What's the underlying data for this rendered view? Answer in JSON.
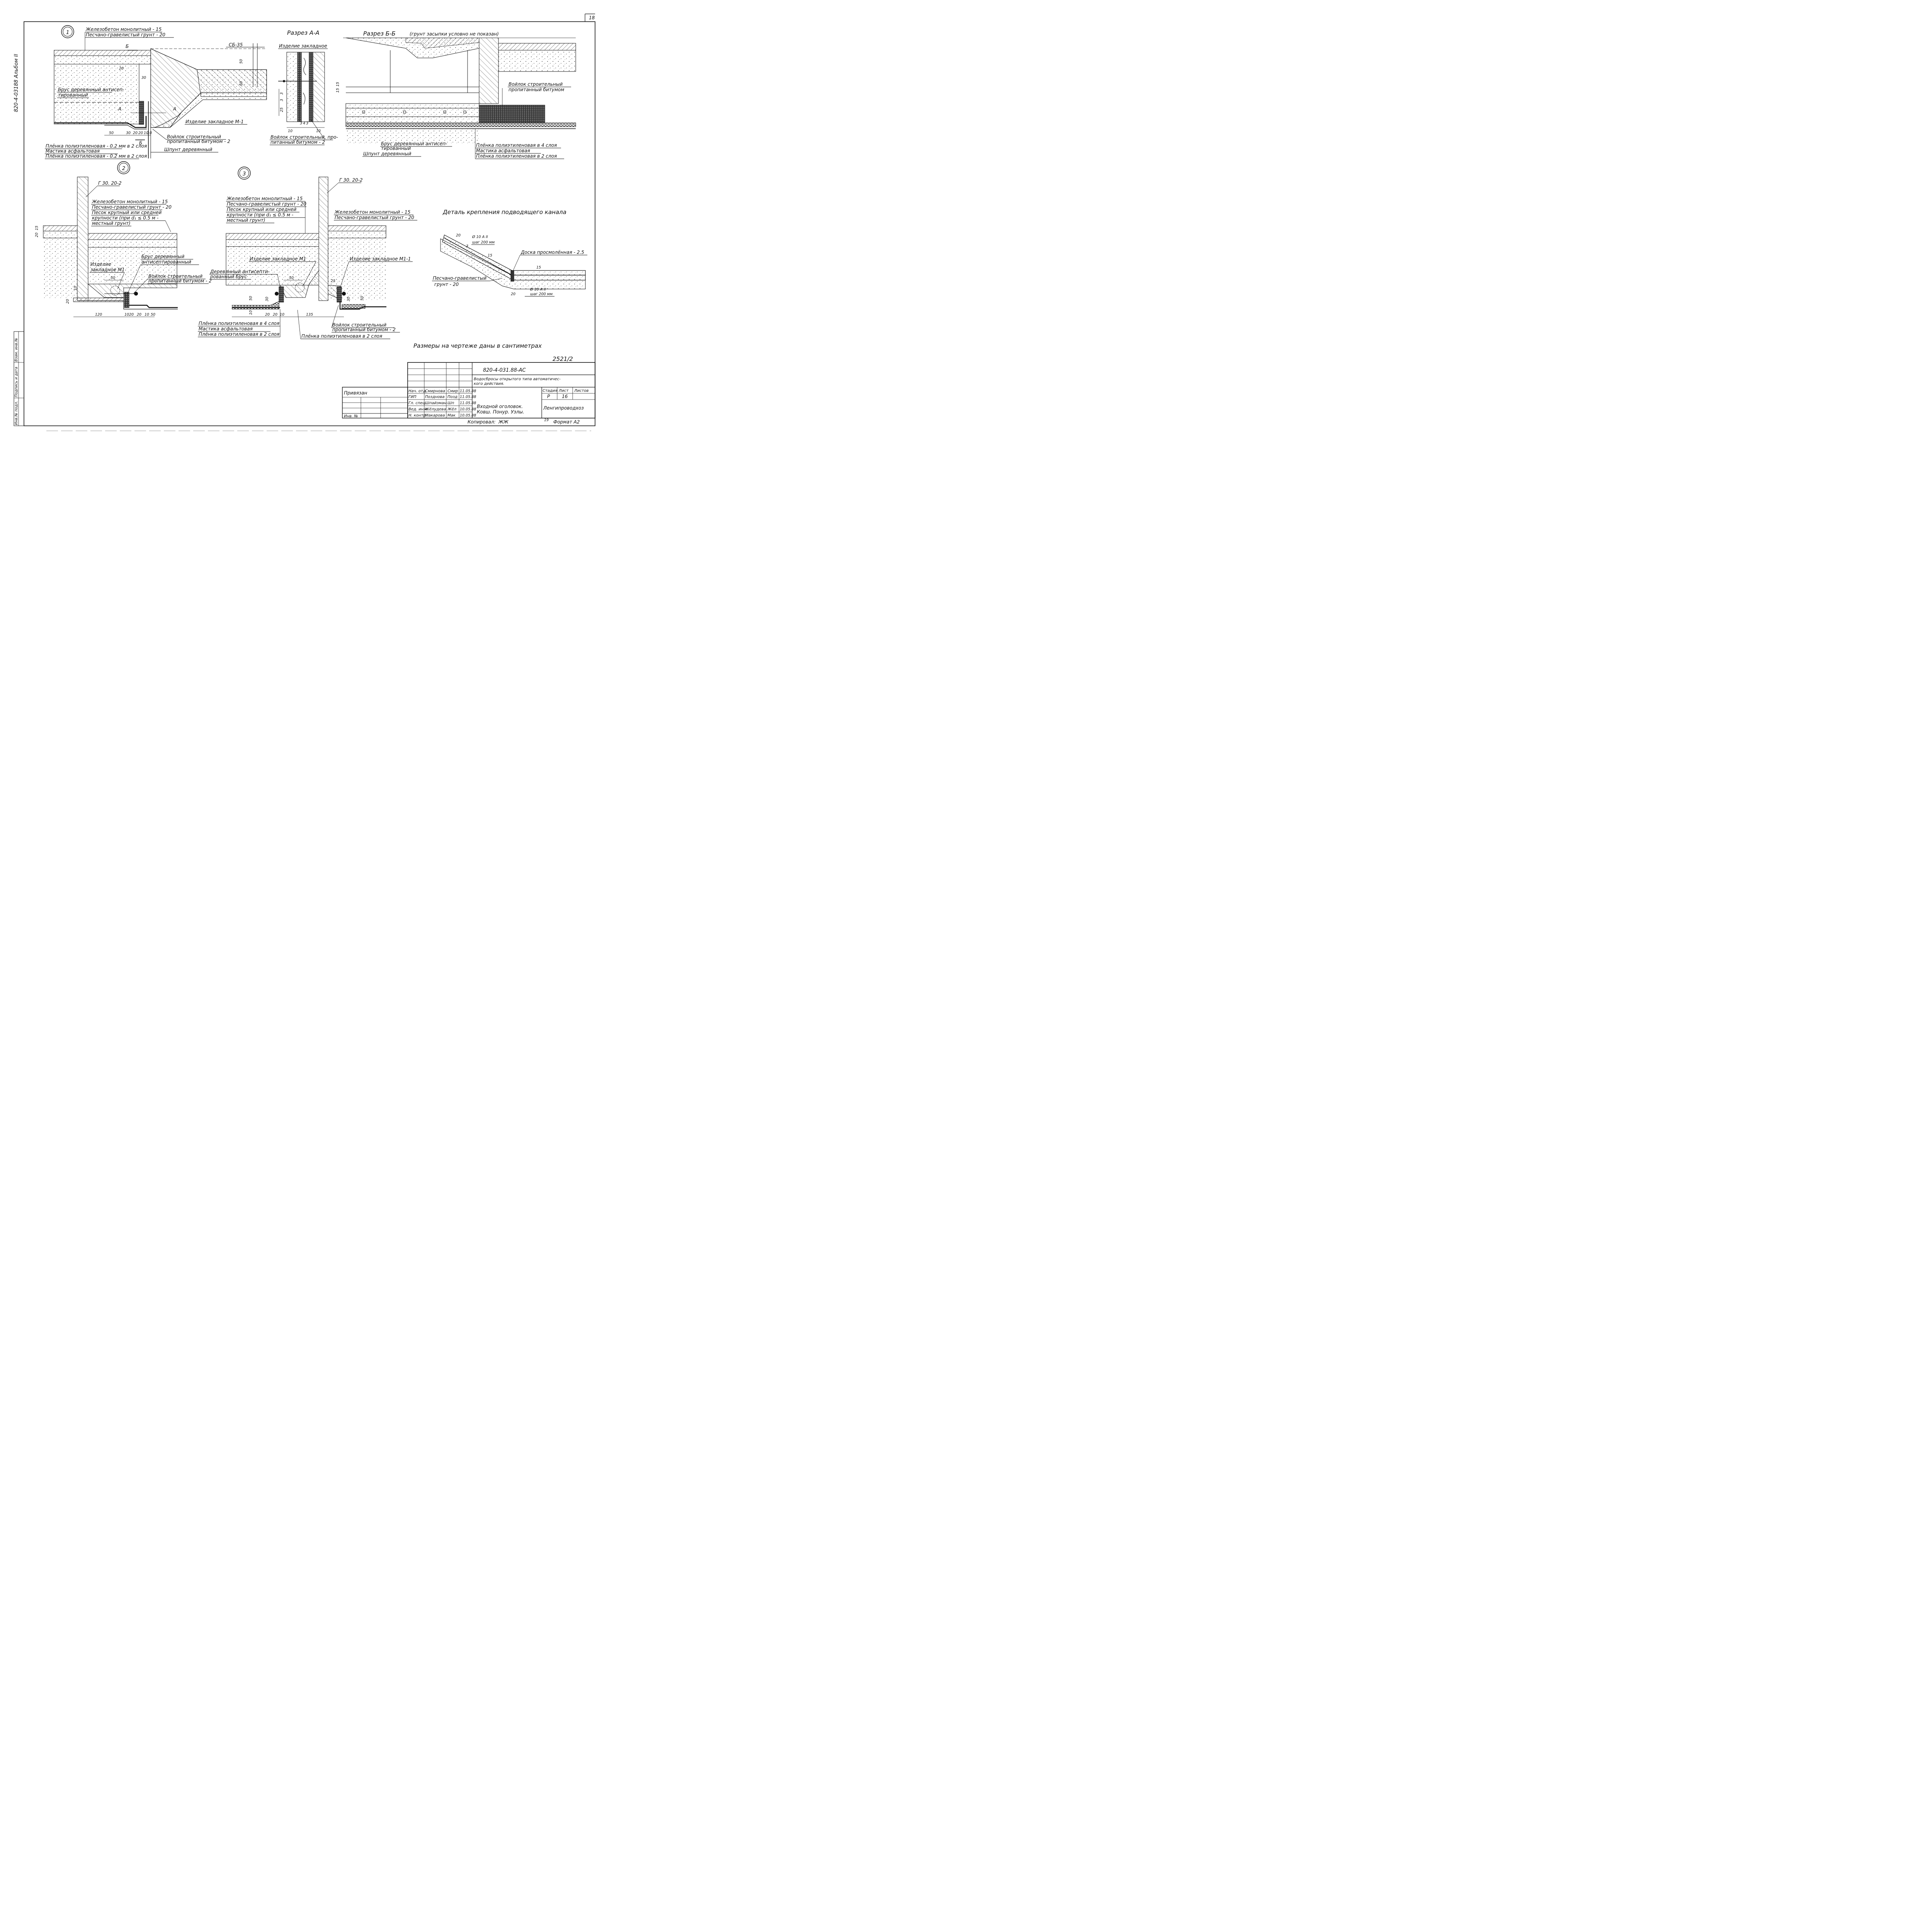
{
  "sheet": {
    "page_number": "18",
    "album_code": "820-4-03188 Альбом II",
    "bottom_sheet_no": "19",
    "format": "Формат А2",
    "copied_by_label": "Копировал:",
    "copied_by_signature": "ЖЖ",
    "note_dimensions": "Размеры на чертеже даны в сантиметрах",
    "stamp_no": "2521/2"
  },
  "left_strip": {
    "inv_podl": "Инв.№ подл.",
    "podpis": "Подпись и дата",
    "vzam": "Взам. инв.№"
  },
  "node1": {
    "marker": "1",
    "layer1": "Железобетон монолитный - 15",
    "layer2": "Песчано-гравелистый грунт - 20",
    "sb": "СБ-35",
    "cut_b": "Б",
    "cut_a": "А",
    "brus": "Брус деревянный антисеп-",
    "brus2": "тированный",
    "izdelie": "Изделие закладное М-1",
    "voilok": "Войлок строительный",
    "voilok2": "пропитанный битумом - 2",
    "plenka1": "Плёнка полиэтиленовая - 0.2 мм в 2 слоя",
    "mastika": "Мастика асфальтовая",
    "plenka2": "Плёнка полиэтиленовая - 0.2 мм в 2 слоя",
    "shpunt": "Шпунт деревянный",
    "dims": [
      "50",
      "20",
      "30",
      "60",
      "50",
      "10",
      "20",
      "20",
      "10",
      "10"
    ]
  },
  "sectionAA": {
    "title": "Разрез А-А",
    "izdelie": "Изделие закладное",
    "voilok": "Войлок строительный, про-",
    "voilok2": "питанный битумом - 2",
    "dims": [
      "3",
      "3",
      "25",
      "10",
      "10",
      "3",
      "4",
      "3",
      "3",
      "3"
    ]
  },
  "sectionBB": {
    "title": "Разрез Б-Б",
    "note": "(грунт засыпки условно не показан)",
    "voilok": "Войлок строительный",
    "voilok2": "пропитанный битумом",
    "brus": "Брус деревянный антисеп-",
    "brus2": "тированный",
    "shpunt": "Шпунт деревянный",
    "plenka1": "Плёнка полиэтиленовая в 4 слоя",
    "mastika": "Мастика асфальтовая",
    "plenka2": "Плёнка полиэтиленовая в 2 слоя",
    "dims": [
      "15",
      "15"
    ]
  },
  "node2": {
    "marker": "2",
    "g": "Г 30. 20-2",
    "l1": "Железобетон монолитный - 15",
    "l2": "Песчано-гравелистый грунт - 20",
    "l3": "Песок крупный или средней",
    "l4": "крупности (при d₁ ≤ 0.5 м -",
    "l5": "местный грунт)",
    "brus": "Брус деревянный",
    "brus2": "антисептированный",
    "izd": "Изделие",
    "izd2": "закладное М1",
    "voilok": "Войлок строительный",
    "voilok2": "пропитанный битумом - 2",
    "dims": [
      "20",
      "15",
      "50",
      "10",
      "20",
      "120",
      "10",
      "20",
      "20",
      "10",
      "50"
    ]
  },
  "node3": {
    "marker": "3",
    "g": "Г 30. 20-2",
    "l1": "Железобетон монолитный - 15",
    "l2": "Песчано-гравелистый грунт - 20",
    "l3": "Песок крупный или средней",
    "l4": "крупности (при d₁ ≤ 0.5 м -",
    "l5": "местный грунт)",
    "r1": "Железобетон монолитный - 15",
    "r2": "Песчано-гравелистый грунт - 20",
    "izd": "Изделие закладное М1",
    "izd2": "Изделие закладное М1-1",
    "brus": "Деревянный антисепти-",
    "brus2": "рованный брус",
    "plenka1": "Плёнка полиэтиленовая в 4 слоя",
    "mastika": "Мастика асфальтовая",
    "plenka2": "Плёнка полиэтиленовая в 2 слоя",
    "voilok": "Войлок строительный",
    "voilok2": "пропитанный битумом - 2",
    "plenka3": "Плёнка полиэтиленовая в 2 слоя",
    "dims": [
      "50",
      "30",
      "10",
      "50",
      "20",
      "20",
      "10",
      "135",
      "25",
      "30",
      "50"
    ]
  },
  "detail": {
    "title": "Деталь крепления подводящего канала",
    "rebar1": "Ø 10 А II",
    "step1": "шаг 200 мм",
    "doska": "Доска просмолённая - 2.5",
    "pesok": "Песчано-гравелистый",
    "pesok2": "грунт - 20",
    "rebar2": "Ø 10 А II",
    "step2": "шаг 200 мм",
    "dims": [
      "20",
      "3",
      "15",
      "15",
      "20"
    ]
  },
  "titleblock": {
    "code": "820-4-031.88-АС",
    "project": "Водосбросы открытого типа автоматичес-",
    "project2": "кого действия.",
    "sheet_title": "Входной оголовок.",
    "sheet_title2": "Ковш. Понур. Узлы.",
    "org": "Ленгипроводхоз",
    "stage_h": "Стадия",
    "sheet_h": "Лист",
    "sheets_h": "Листов",
    "stage": "Р",
    "sheet": "16",
    "privyazan": "Привязан",
    "inv": "Инв. №",
    "rows": [
      {
        "role": "Нач. отд.",
        "name": "Смирнова",
        "sig": "Смир",
        "date": "11.05.88"
      },
      {
        "role": "ГИП",
        "name": "Позднова",
        "sig": "Позд",
        "date": "11.05.88"
      },
      {
        "role": "Гл. спец.",
        "name": "Шпайзман",
        "sig": "Шп",
        "date": "11.05.88"
      },
      {
        "role": "Вед. инж.",
        "name": "Жёлудева",
        "sig": "Жёл",
        "date": "10.05.88"
      },
      {
        "role": "Н. контр.",
        "name": "Макарова",
        "sig": "Мак",
        "date": "10.05.88"
      }
    ]
  }
}
